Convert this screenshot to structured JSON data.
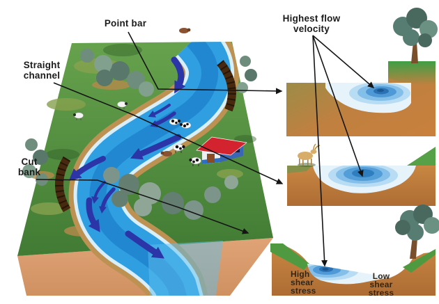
{
  "labels": {
    "point_bar": {
      "text": "Point bar"
    },
    "straight_channel": {
      "line1": "Straight",
      "line2": "channel"
    },
    "cut_bank": {
      "line1": "Cut",
      "line2": "bank"
    },
    "highest_flow_velocity": {
      "line1": "Highest flow",
      "line2": "velocity"
    },
    "high_shear_stress": {
      "line1": "High",
      "line2": "shear",
      "line3": "stress"
    },
    "low_shear_stress": {
      "line1": "Low",
      "line2": "shear",
      "line3": "stress"
    }
  },
  "scene": {
    "main_diagram": {
      "type": "3d-block of meandering river landscape",
      "features": [
        "meandering river",
        "point bar",
        "straight channel",
        "cut bank",
        "flow-direction arrows",
        "trees",
        "sheep",
        "cows",
        "barn",
        "goat"
      ]
    },
    "cross_sections": [
      {
        "name": "meander-bend-section",
        "depth_position": "deepest against outer bank (right)"
      },
      {
        "name": "straight-channel-section",
        "depth_position": "deepest at channel center"
      },
      {
        "name": "cut-bank-shear-section",
        "depth_position": "deepest at high-shear (cut bank) side"
      }
    ]
  },
  "colors": {
    "river_blue": "#2f9fe2",
    "river_deep_blue": "#1e82cc",
    "flow_arrow_navy": "#2b35a8",
    "grass_green": "#55953f",
    "soil_front_tan": "#d89b6b",
    "earth_orange": "#c9803e",
    "water_deepest": "#1d578f",
    "label_text": "#1b1b1b",
    "pointer_line": "#151515"
  }
}
